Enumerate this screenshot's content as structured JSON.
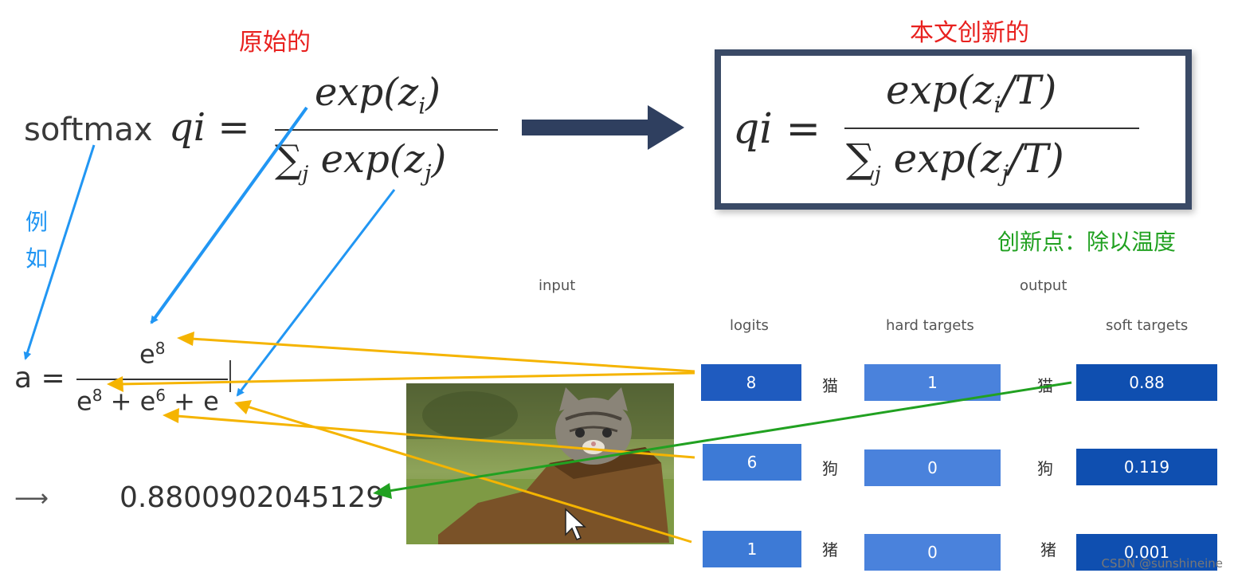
{
  "labels": {
    "original": "原始的",
    "innovation": "本文创新的",
    "example": "例如",
    "innovation_point": "创新点：除以温度"
  },
  "formula_original": {
    "prefix": "softmax",
    "lhs": "qi =",
    "numerator": "exp(z",
    "numerator_sub": "i",
    "numerator_tail": ")",
    "sum": "∑",
    "sum_sub": "j",
    "denominator": "exp(z",
    "denominator_sub": "j",
    "denominator_tail": ")"
  },
  "formula_new": {
    "lhs": "qi =",
    "numerator": "exp(z",
    "numerator_sub": "i",
    "numerator_tail": "/T)",
    "sum": "∑",
    "sum_sub": "j",
    "denominator": "exp(z",
    "denominator_sub": "j",
    "denominator_tail": "/T)"
  },
  "example": {
    "lhs": "a =",
    "num_base": "e",
    "num_exp": "8",
    "den_part1": "e",
    "den_exp1": "8",
    "plus1": "+",
    "den_part2": "e",
    "den_exp2": "6",
    "plus2": "+",
    "den_part3": "e",
    "arrow": "⟶",
    "result": "0.8800902045129"
  },
  "table": {
    "input_header": "input",
    "output_header": "output",
    "col_logits": "logits",
    "col_hard": "hard targets",
    "col_soft": "soft targets",
    "rows": [
      {
        "logit": "8",
        "class_a": "猫",
        "hard": "1",
        "class_b": "猫",
        "soft": "0.88"
      },
      {
        "logit": "6",
        "class_a": "狗",
        "hard": "0",
        "class_b": "狗",
        "soft": "0.119"
      },
      {
        "logit": "1",
        "class_a": "猪",
        "hard": "0",
        "class_b": "猪",
        "soft": "0.001"
      }
    ]
  },
  "watermark": "CSDN @sunshineine",
  "colors": {
    "red": "#e8211f",
    "blue_arrow": "#2196f3",
    "orange_arrow": "#f5b400",
    "green_arrow": "#21a121",
    "big_arrow": "#2f3f5f",
    "cell_blue": "#1f5bbf"
  }
}
